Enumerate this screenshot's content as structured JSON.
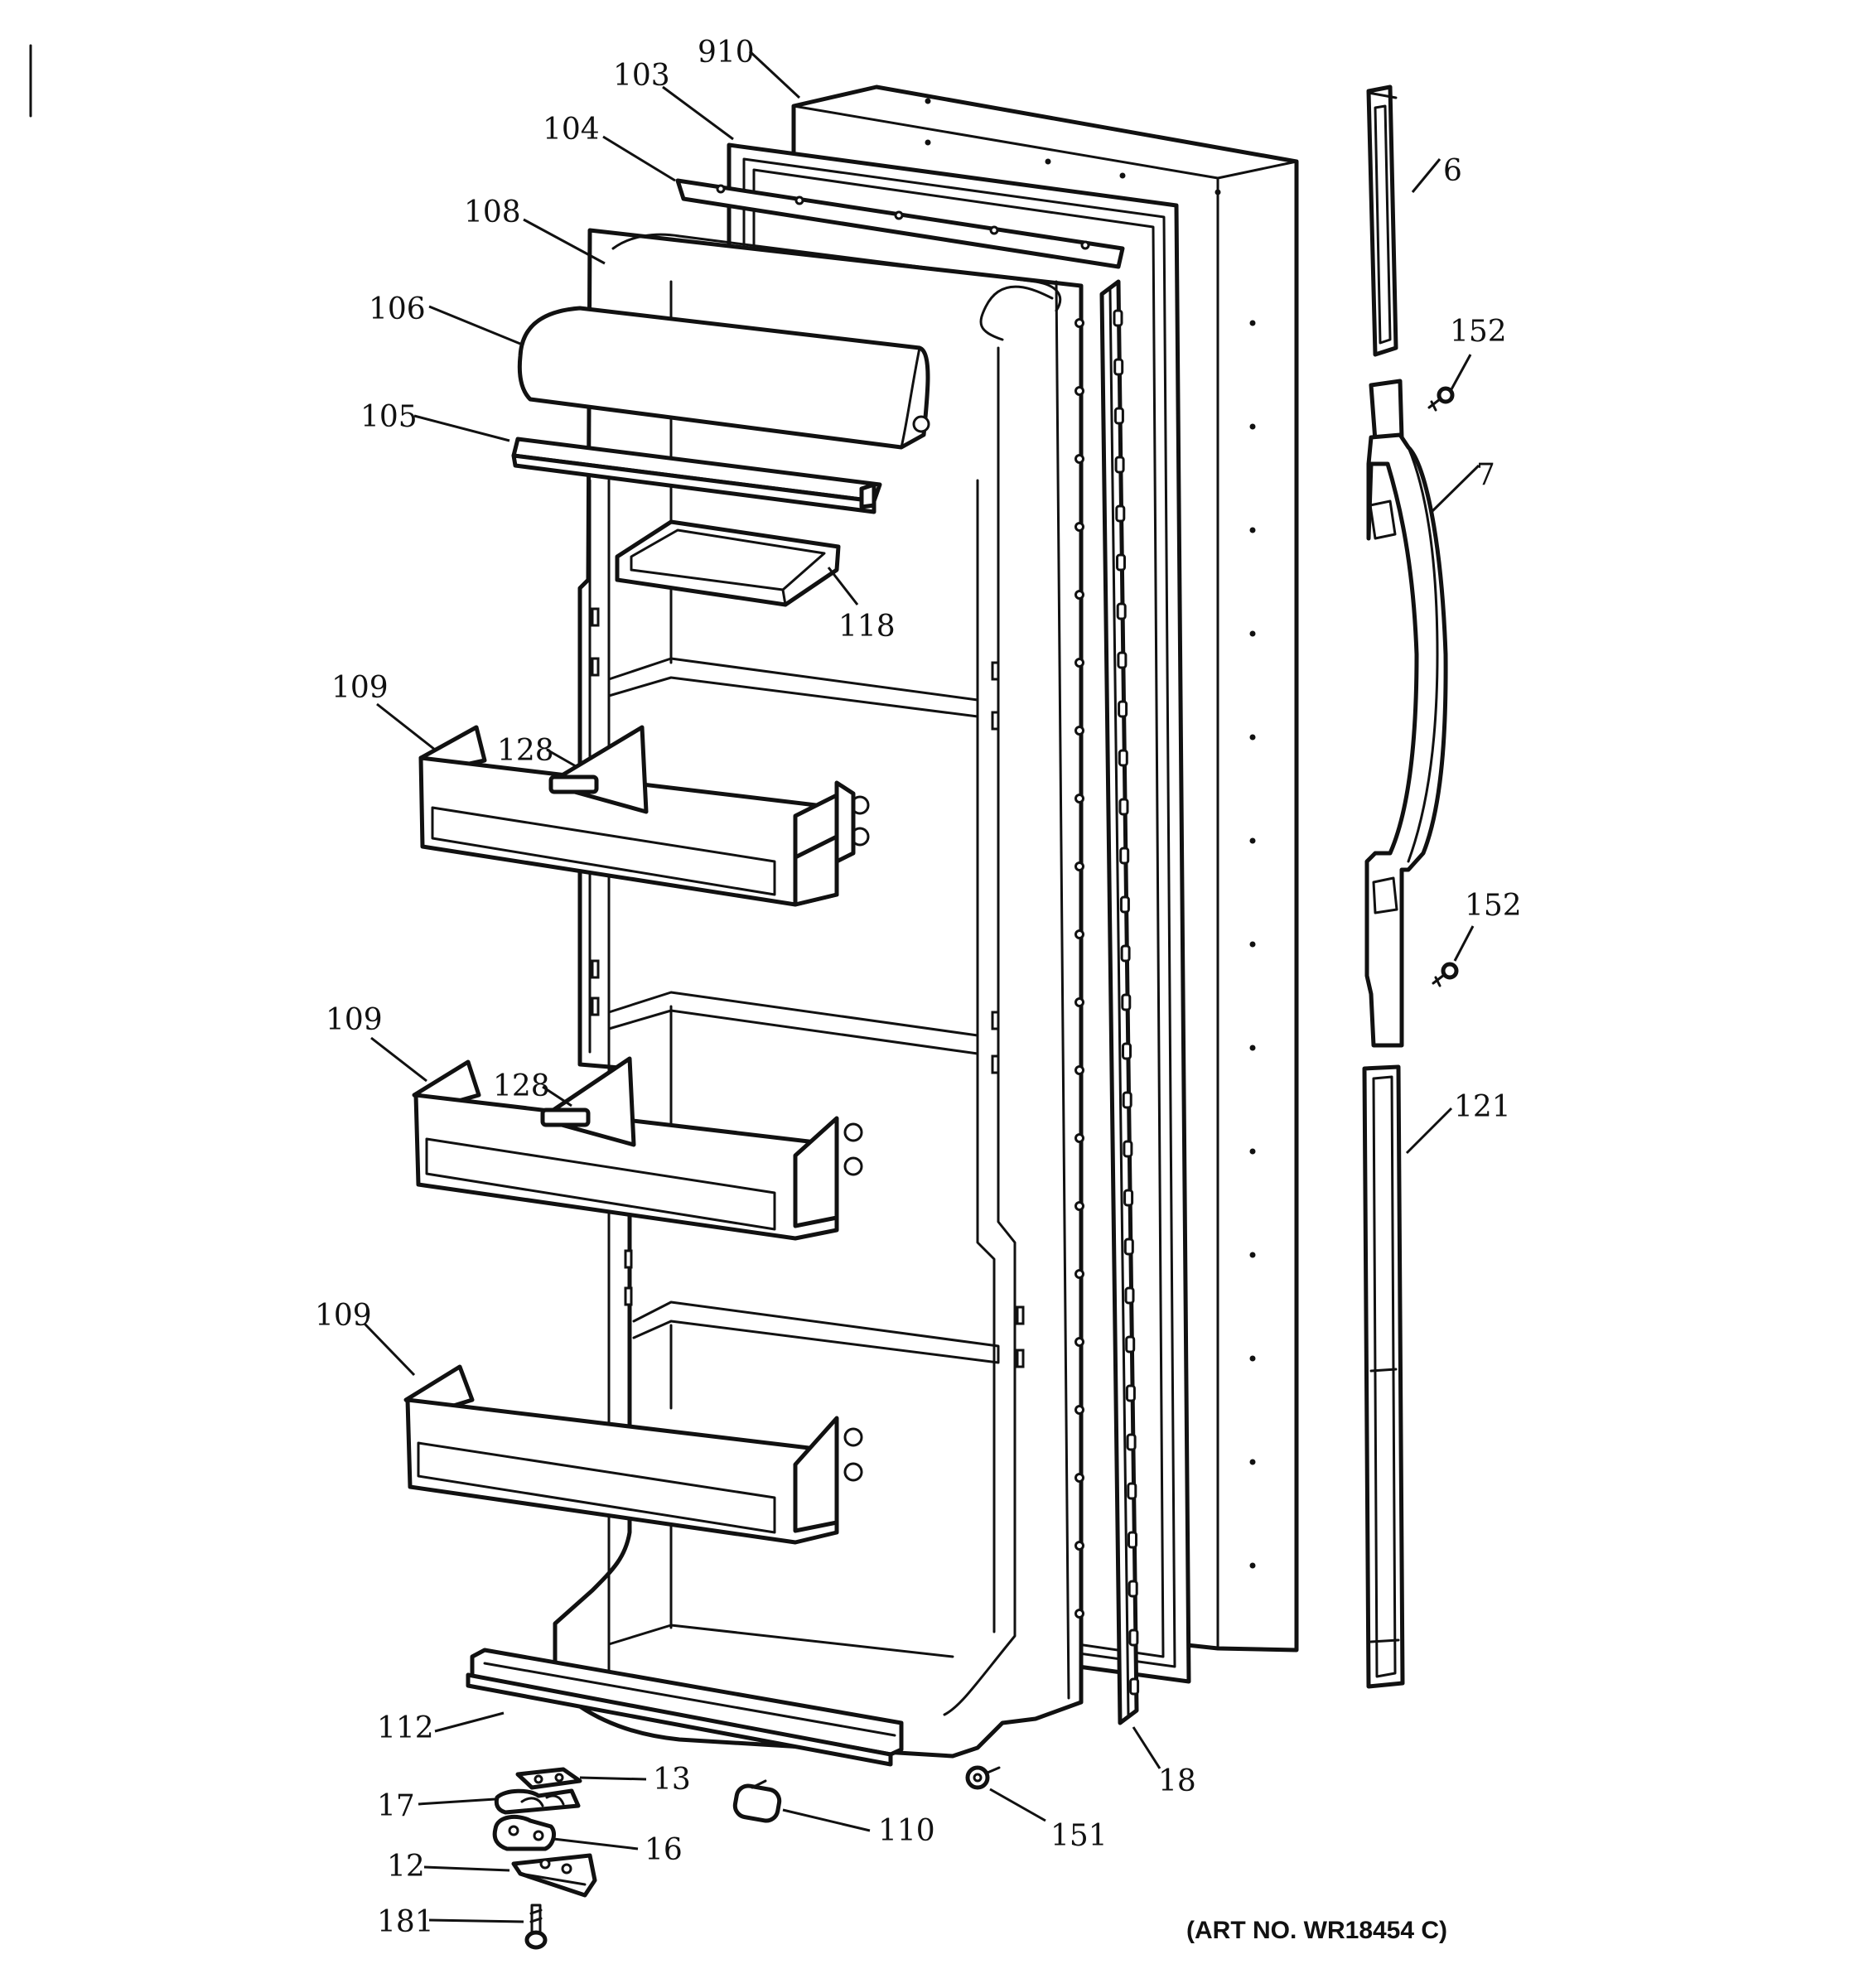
{
  "callouts": {
    "c910": "910",
    "c103": "103",
    "c104": "104",
    "c108": "108",
    "c106": "106",
    "c105": "105",
    "c118": "118",
    "c109a": "109",
    "c128a": "128",
    "c109b": "109",
    "c128b": "128",
    "c109c": "109",
    "c112": "112",
    "c13": "13",
    "c17": "17",
    "c16": "16",
    "c12": "12",
    "c181": "181",
    "c110": "110",
    "c151": "151",
    "c18": "18",
    "c6": "6",
    "c152a": "152",
    "c7": "7",
    "c152b": "152",
    "c121": "121"
  },
  "art_number": "(ART NO. WR18454 C)",
  "colors": {
    "line": "#111111",
    "background": "#ffffff"
  }
}
